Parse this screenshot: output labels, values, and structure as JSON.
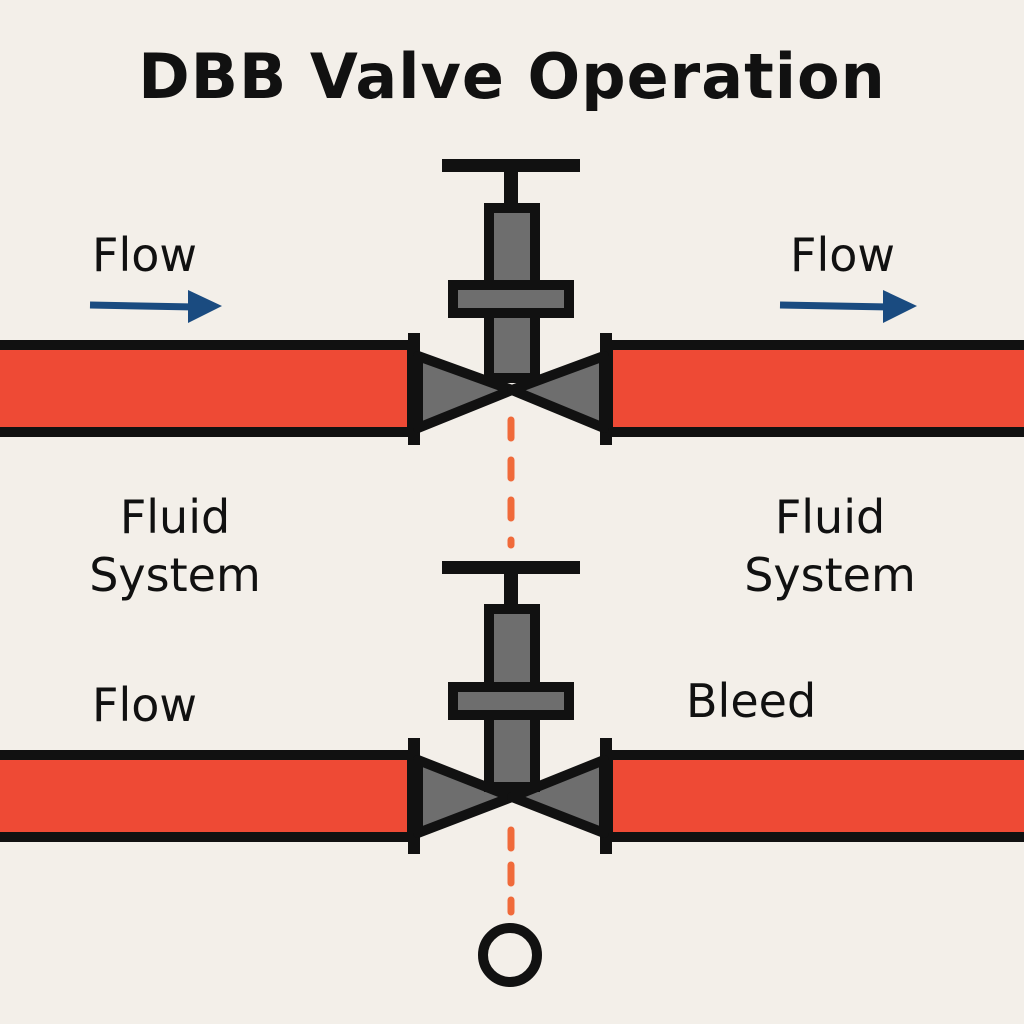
{
  "title": "DBB Valve Operation",
  "labels": {
    "flow_top_left": "Flow",
    "flow_top_right": "Flow",
    "fluid_left_1": "Fluid",
    "fluid_left_2": "System",
    "fluid_right_1": "Fluid",
    "fluid_right_2": "System",
    "flow_bottom_left": "Flow",
    "bleed": "Bleed"
  },
  "colors": {
    "pipe": "#ee4a35",
    "outline": "#111111",
    "valve_body": "#6e6e6e",
    "arrow": "#1a4b80",
    "bleed_dash": "#f06a3a",
    "background": "#f3efe9"
  },
  "components": [
    {
      "name": "upstream-valve",
      "type": "gate-valve"
    },
    {
      "name": "downstream-valve",
      "type": "gate-valve"
    },
    {
      "name": "bleed-port",
      "type": "circle"
    }
  ]
}
